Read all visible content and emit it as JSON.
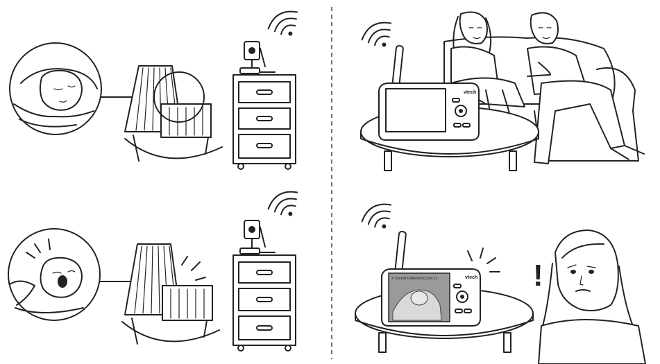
{
  "scenes": [
    {
      "id": "baby-sleeping-camera"
    },
    {
      "id": "parents-relaxing-monitor"
    },
    {
      "id": "baby-crying-camera"
    },
    {
      "id": "parent-alerted-monitor"
    }
  ],
  "monitor": {
    "brand": "vtech",
    "screen_caption": "X Sound Detected (Cam 1)"
  },
  "alert": {
    "symbol": "!"
  },
  "icons": [
    "wifi-signal-icon",
    "sound-burst-icon",
    "exclamation-icon"
  ],
  "colors": {
    "line": "#222222",
    "background": "#ffffff",
    "screen": "#9a9a9a"
  }
}
